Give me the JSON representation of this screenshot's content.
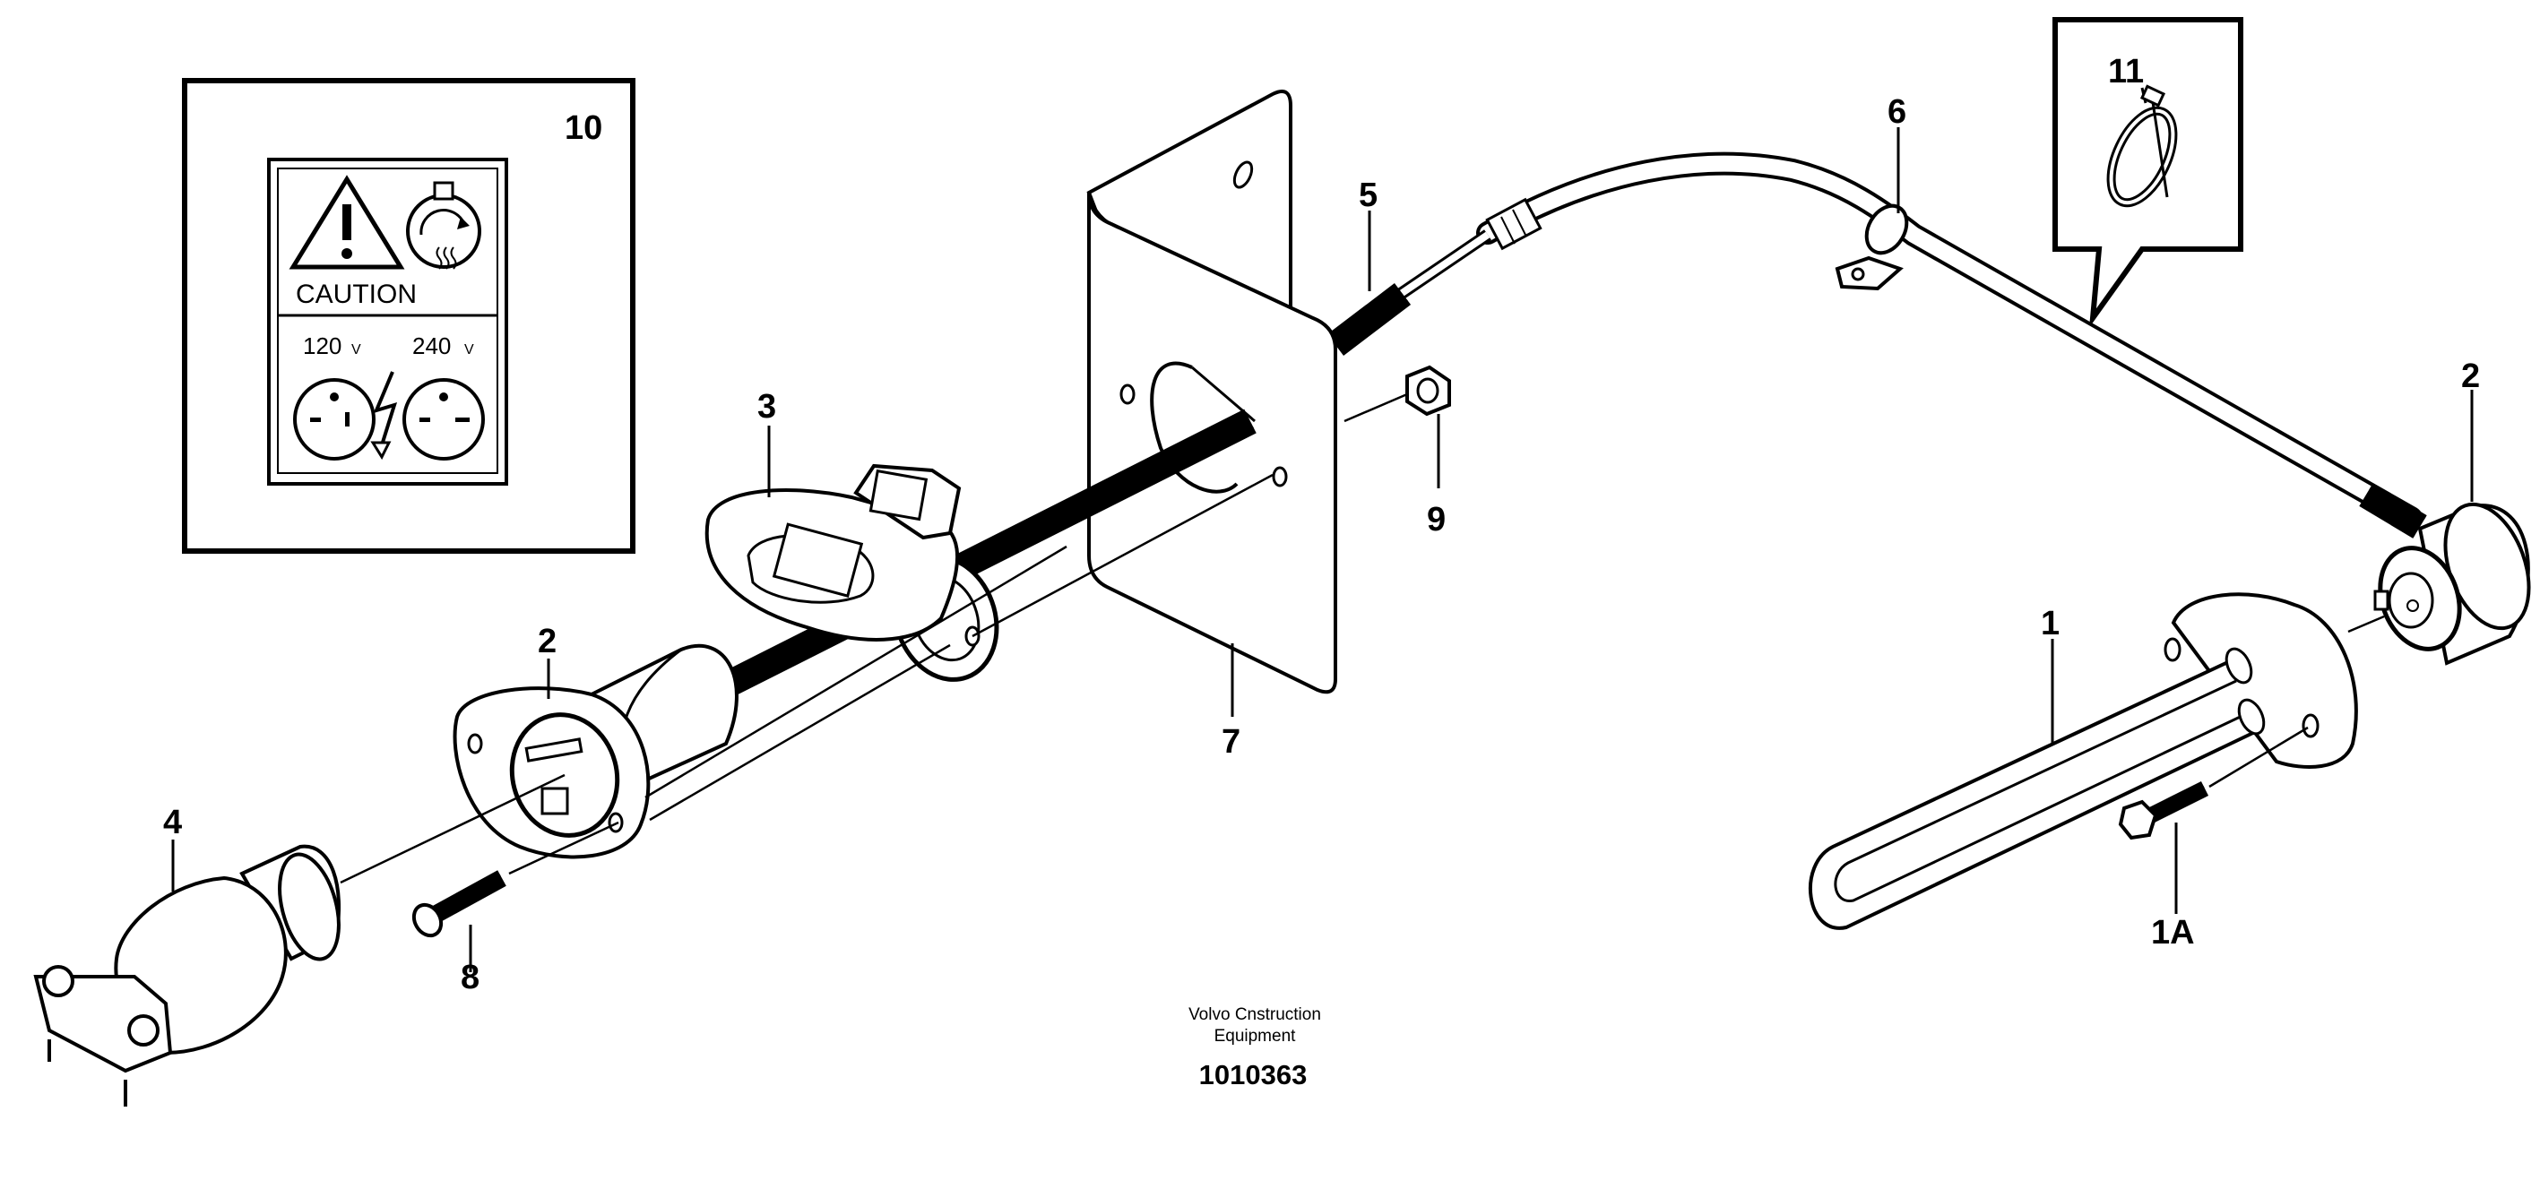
{
  "diagram": {
    "callouts": {
      "c1": "1",
      "c1a": "1A",
      "c2_left": "2",
      "c2_right": "2",
      "c3": "3",
      "c4": "4",
      "c5": "5",
      "c6": "6",
      "c7": "7",
      "c8": "8",
      "c9": "9",
      "c10": "10",
      "c11": "11"
    },
    "decal": {
      "caution": "CAUTION",
      "volt_left": "120",
      "volt_right": "240",
      "volt_unit": "V"
    },
    "footer": {
      "line1": "Volvo Cnstruction",
      "line2": "Equipment",
      "number": "1010363"
    }
  }
}
